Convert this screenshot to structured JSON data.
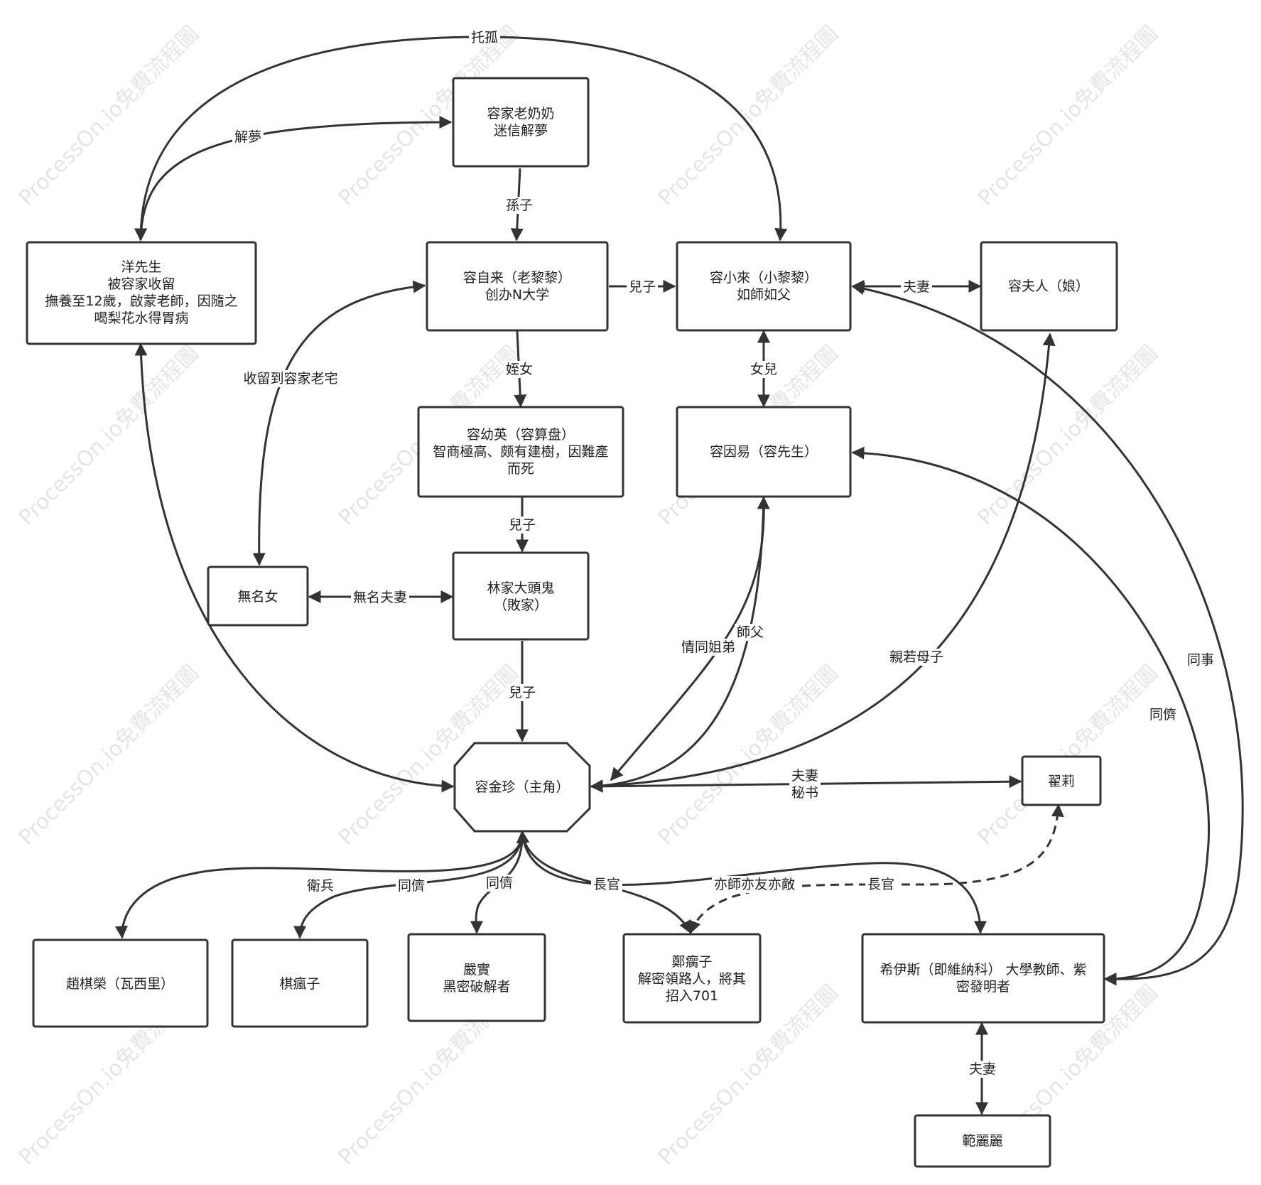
{
  "watermark": "ProcessOn.io免費流程圖",
  "nodes": {
    "grandma": [
      "容家老奶奶",
      "迷信解夢"
    ],
    "yang": [
      "洋先生",
      "被容家收留",
      "撫養至12歲，啟蒙老師，因隨之",
      "喝梨花水得胃病"
    ],
    "zilai": [
      "容自来（老黎黎）",
      "创办N大学"
    ],
    "xiaolai": [
      "容小來（小黎黎）",
      "如師如父"
    ],
    "furen": [
      "容夫人（娘）"
    ],
    "youying": [
      "容幼英（容算盘）",
      "智商極高、颇有建樹，因難產",
      "而死"
    ],
    "yinyi": [
      "容因易（容先生）"
    ],
    "wumingnv": [
      "無名女"
    ],
    "datougui": [
      "林家大頭鬼",
      "（敗家）"
    ],
    "jinzhen": [
      "容金珍（主角）"
    ],
    "zhaili": [
      "翟莉"
    ],
    "zhaoqirong": [
      "趙棋榮（瓦西里）"
    ],
    "qifengzi": [
      "棋瘋子"
    ],
    "yanshi": [
      "嚴實",
      "黑密破解者"
    ],
    "zhengbizi": [
      "鄭瘸子",
      "解密領路人，將其",
      "招入701"
    ],
    "xiyisi": [
      "希伊斯（即維納科） 大學教師、紫",
      "密發明者"
    ],
    "fanlili": [
      "範麗麗"
    ]
  },
  "edges": {
    "tuogu": "托孤",
    "jiemeng": "解夢",
    "sunzi": "孫子",
    "erzi1": "兒子",
    "fuqi1": "夫妻",
    "shouliu": "收留到容家老宅",
    "zhinv": "姪女",
    "nver": "女兒",
    "erzi2": "兒子",
    "wumingfuqi": "無名夫妻",
    "erzi3": "兒子",
    "qingtong": "情同姐弟",
    "shifu": "師父",
    "qinruo": "親若母子",
    "tongshi": "同事",
    "tongchou1": "同儕",
    "fuqi_mishu": [
      "夫妻",
      "秘书"
    ],
    "weibing": "衛兵",
    "tongchou2": "同儕",
    "tongchou3": "同儕",
    "zhangguan1": "長官",
    "yishi": "亦師亦友亦敵",
    "zhangguan2": "長官",
    "fuqi2": "夫妻"
  }
}
